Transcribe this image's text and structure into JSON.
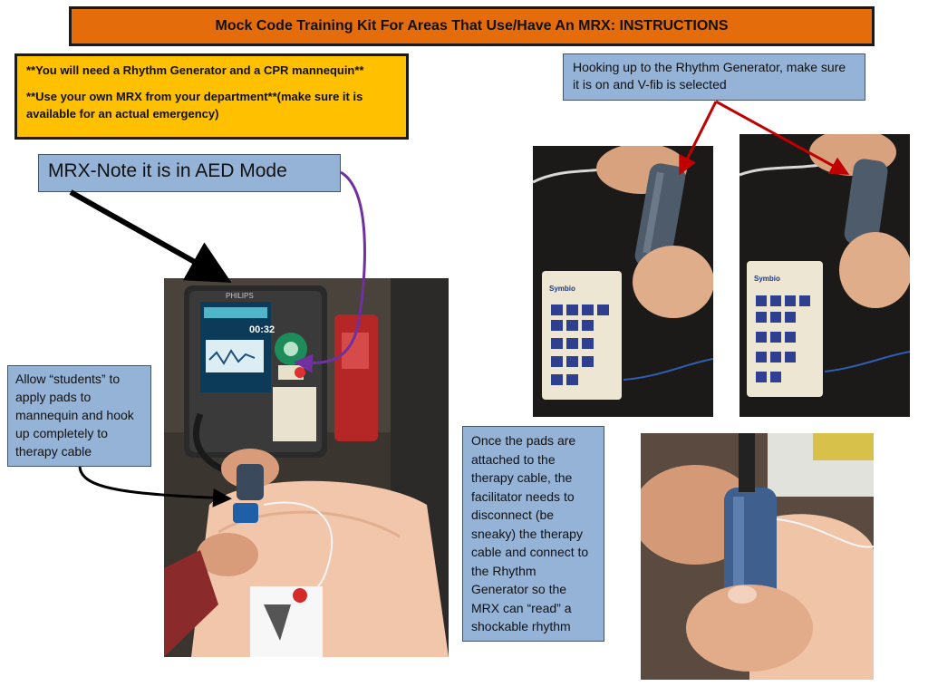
{
  "title": "Mock Code Training Kit For Areas That Use/Have An MRX:  INSTRUCTIONS",
  "requirements": [
    "**You will need a Rhythm Generator and a CPR mannequin**",
    "**Use your own MRX from your department**(make sure it is available for an actual emergency)"
  ],
  "callouts": {
    "aed_mode": "MRX-Note it is in AED Mode",
    "hook_up": "Hooking up to the Rhythm Generator, make sure it is on and V-fib is selected",
    "students": "Allow “students” to apply pads to mannequin and hook up completely to therapy cable",
    "pads_attached": "Once the pads are attached to the therapy cable, the facilitator needs to disconnect (be sneaky) the therapy cable and connect to the Rhythm Generator so the MRX can “read” a shockable rhythm"
  },
  "device_labels": {
    "monitor_brand": "PHILIPS",
    "monitor_time": "00:32",
    "generator_brand": "Symbio"
  },
  "colors": {
    "title_bg": "#e46c0a",
    "requirements_bg": "#ffc000",
    "callout_bg": "#95b3d7",
    "arrow_black": "#000000",
    "arrow_red": "#c00000",
    "arrow_purple": "#7030a0"
  }
}
